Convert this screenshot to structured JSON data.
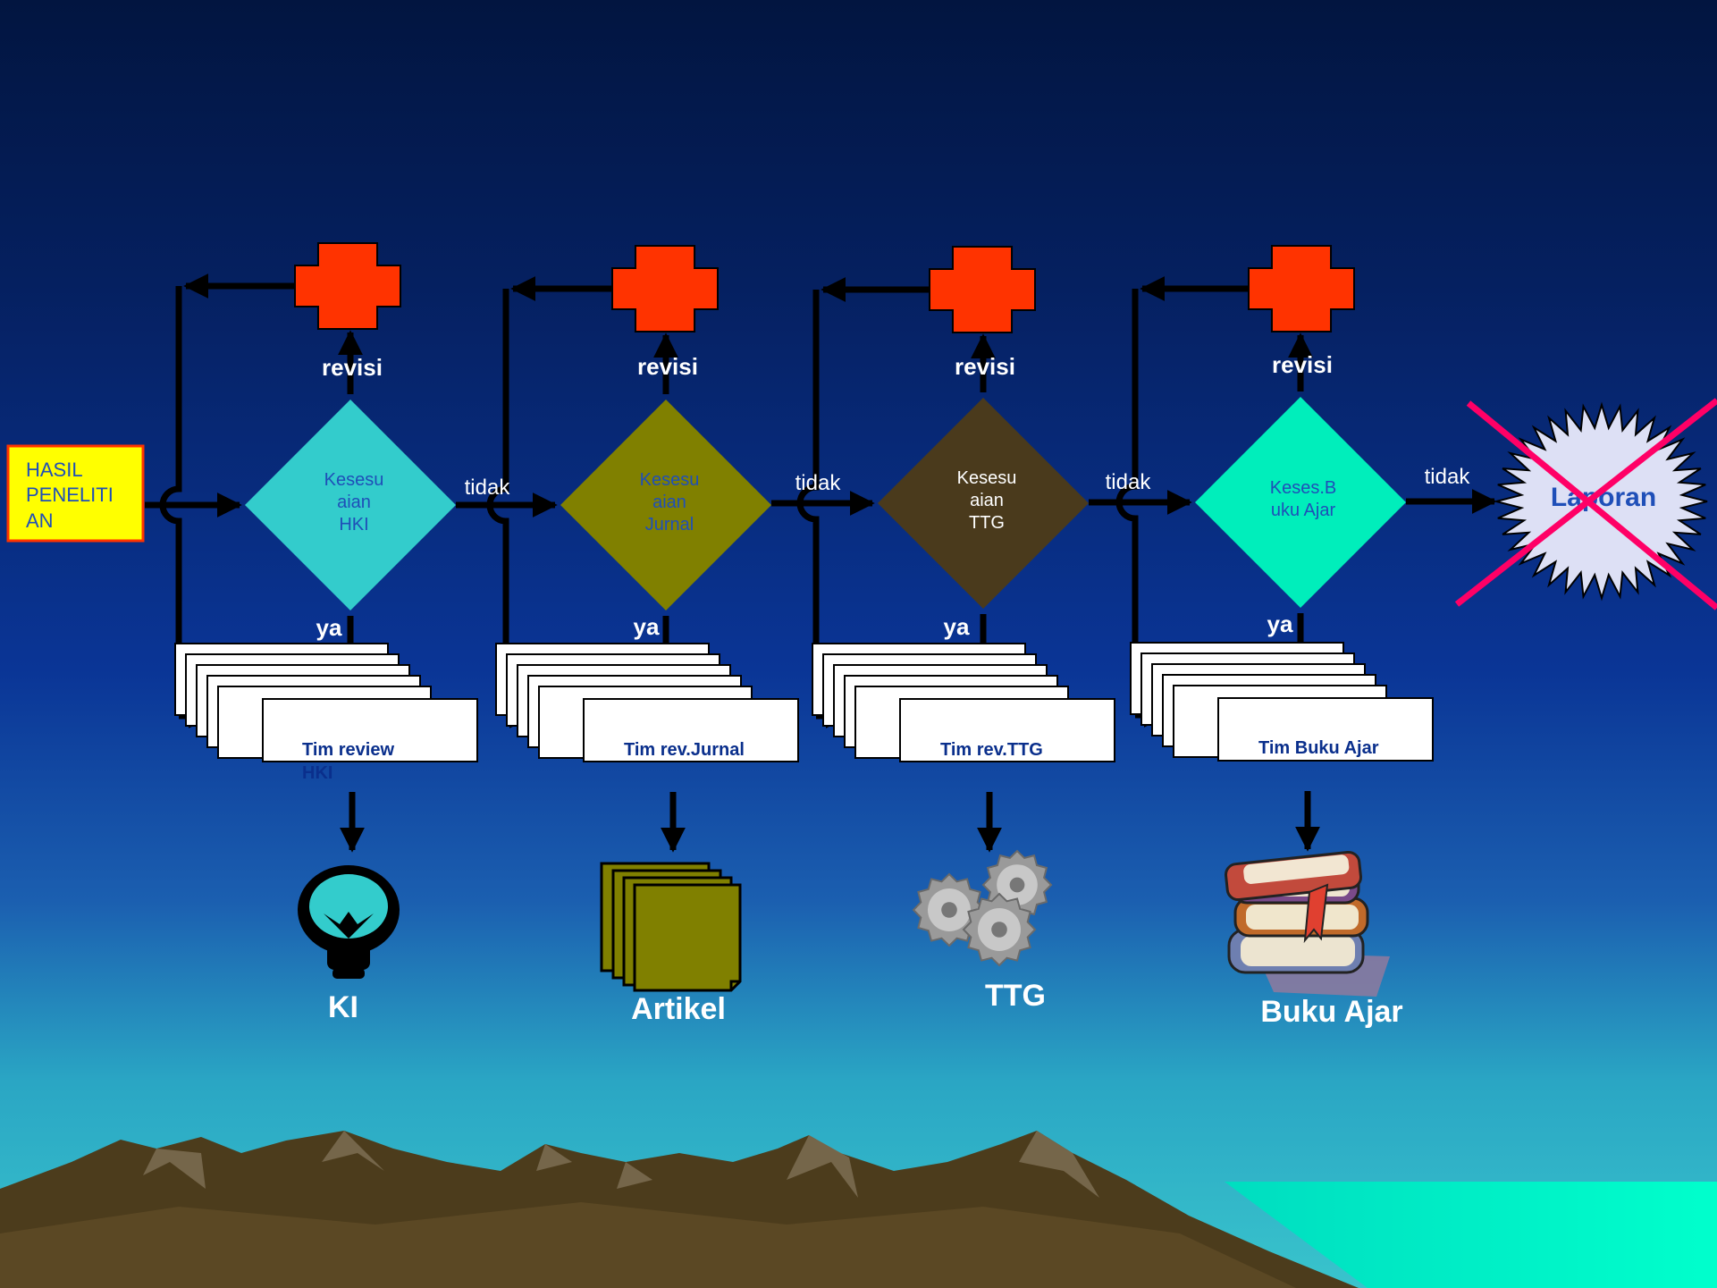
{
  "start": {
    "lines": [
      "HASIL",
      "PENELITI",
      "AN"
    ]
  },
  "stages": [
    {
      "decision_lines": [
        "Kesesu",
        "aian",
        "HKI"
      ],
      "decision_color": "#33cccc",
      "decision_text_color": "#1f4fb8",
      "revision_label": "revisi",
      "no_label": "tidak",
      "yes_label": "ya",
      "team_lines": [
        "Tim review",
        "HKI"
      ],
      "output_label": "KI",
      "output_icon": "lightbulb-icon"
    },
    {
      "decision_lines": [
        "Kesesu",
        "aian",
        "Jurnal"
      ],
      "decision_color": "#808000",
      "decision_text_color": "#1f4fb8",
      "revision_label": "revisi",
      "no_label": "tidak",
      "yes_label": "ya",
      "team_lines": [
        "Tim rev.Jurnal"
      ],
      "output_label": "Artikel",
      "output_icon": "document-stack-icon"
    },
    {
      "decision_lines": [
        "Kesesu",
        "aian",
        "TTG"
      ],
      "decision_color": "#4a3a1c",
      "decision_text_color": "#ffffff",
      "revision_label": "revisi",
      "no_label": "tidak",
      "yes_label": "ya",
      "team_lines": [
        "Tim rev.TTG"
      ],
      "output_label": "TTG",
      "output_icon": "gears-icon"
    },
    {
      "decision_lines": [
        "Keses.B",
        "uku Ajar"
      ],
      "decision_color": "#00eebb",
      "decision_text_color": "#1f4fb8",
      "revision_label": "revisi",
      "no_label": "tidak",
      "yes_label": "ya",
      "team_lines": [
        "Tim Buku Ajar"
      ],
      "output_label": "Buku Ajar",
      "output_icon": "books-icon"
    }
  ],
  "end": {
    "label": "Laporan",
    "crossed_out": true
  },
  "colors": {
    "revision_box": "#ff3300",
    "start_box": "#ffff00",
    "start_border": "#ff3300",
    "cross": "#ff0066",
    "starburst": "#dde0f5",
    "team_text": "#0a2f8c"
  }
}
